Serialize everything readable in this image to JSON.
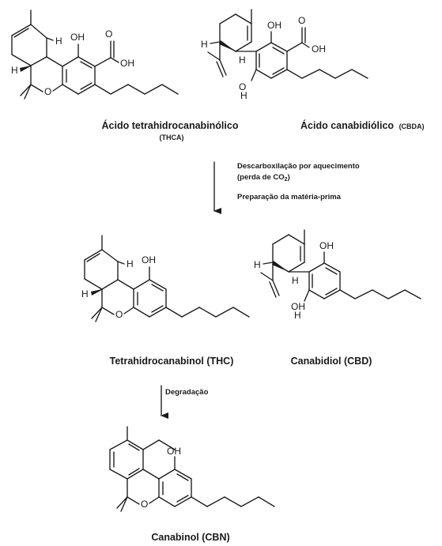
{
  "molecules": {
    "thca": {
      "name": "Ácido tetrahidrocanabinólico",
      "abbr": "(THCA)"
    },
    "cbda": {
      "name": "Ácido canabidiólico",
      "abbr": "(CBDA)"
    },
    "thc": {
      "name": "Tetrahidrocanabinol (THC)"
    },
    "cbd": {
      "name": "Canabidiol (CBD)"
    },
    "cbn": {
      "name": "Canabinol (CBN)"
    }
  },
  "steps": {
    "decarboxylation": {
      "line1": "Descarboxilação por aquecimento",
      "line2_pre": "(perda de CO",
      "line2_sub": "2",
      "line2_post": ")",
      "line3": "Preparação da matéria-prima"
    },
    "degradation": {
      "label": "Degradação"
    }
  },
  "atoms": {
    "oh": "OH",
    "o": "O",
    "h": "H"
  }
}
